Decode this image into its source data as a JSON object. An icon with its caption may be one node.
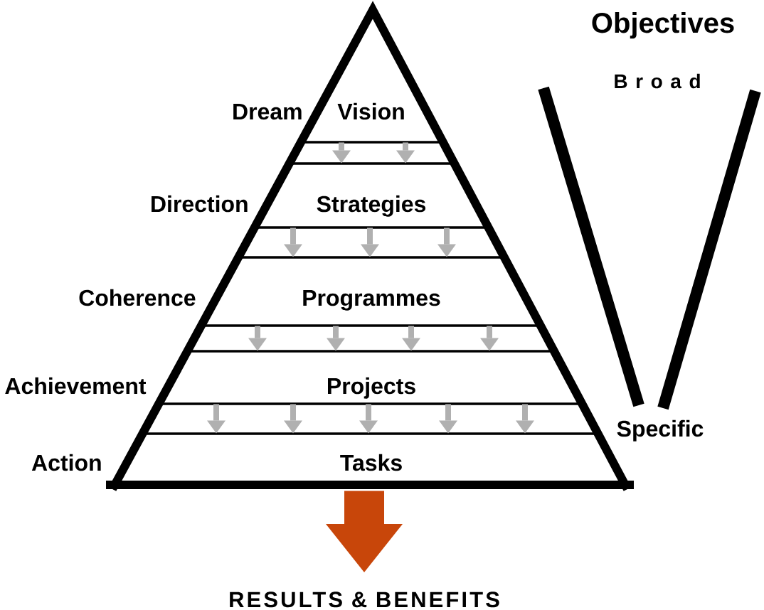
{
  "diagram": {
    "nodes": [
      {
        "text": [
          "Vision"
        ],
        "beside": [
          "Dream"
        ]
      },
      {
        "text": [
          "Strategies"
        ],
        "beside": [
          "Direction"
        ]
      },
      {
        "text": [
          "Programmes"
        ],
        "beside": [
          "Coherence"
        ]
      },
      {
        "text": [
          "Projects"
        ],
        "beside": [
          "Achievement"
        ]
      },
      {
        "text": [
          "Tasks"
        ],
        "beside": [
          "Action"
        ]
      },
      {
        "text": [
          "RESULTS & BENEFITS"
        ]
      }
    ],
    "edges": [
      {
        "from": 0,
        "to": 1,
        "arrow": "to"
      },
      {
        "from": 0,
        "to": 1,
        "arrow": "to"
      },
      {
        "from": 1,
        "to": 2,
        "arrow": "to"
      },
      {
        "from": 1,
        "to": 2,
        "arrow": "to"
      },
      {
        "from": 1,
        "to": 2,
        "arrow": "to"
      },
      {
        "from": 2,
        "to": 3,
        "arrow": "to"
      },
      {
        "from": 2,
        "to": 3,
        "arrow": "to"
      },
      {
        "from": 2,
        "to": 3,
        "arrow": "to"
      },
      {
        "from": 2,
        "to": 3,
        "arrow": "to"
      },
      {
        "from": 3,
        "to": 4,
        "arrow": "to"
      },
      {
        "from": 3,
        "to": 4,
        "arrow": "to"
      },
      {
        "from": 3,
        "to": 4,
        "arrow": "to"
      },
      {
        "from": 3,
        "to": 4,
        "arrow": "to"
      },
      {
        "from": 3,
        "to": 4,
        "arrow": "to"
      },
      {
        "from": 4,
        "to": 5,
        "arrow": "to",
        "style": "thick",
        "color": "#c8460a"
      }
    ],
    "labels": [
      "Objectives",
      "B r o a d",
      "Specific"
    ]
  }
}
